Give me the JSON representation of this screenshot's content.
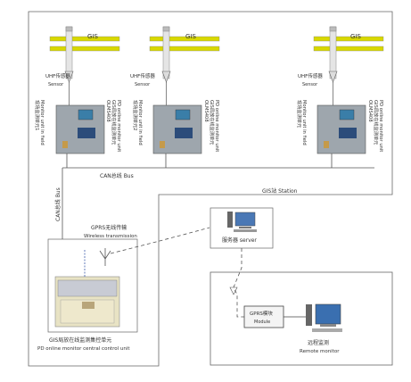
{
  "gis_pipes": [
    {
      "label": "GIS"
    },
    {
      "label": "GIS"
    },
    {
      "label": "GIS"
    }
  ],
  "uhf_sensor": {
    "cn": "UHF传感器",
    "en": "Sensor"
  },
  "field_units": [
    {
      "lines": [
        "现场监测单元1",
        "Monitor unit in field",
        "OLMS408",
        "GIS局放在线监测单元",
        "PD online monitor unit"
      ]
    },
    {
      "lines": [
        "现场监测单元2",
        "Monitor unit in field",
        "OLMS408",
        "GIS局放在线监测单元",
        "PD online monitor unit"
      ]
    },
    {
      "lines": [
        "现场监测单元",
        "Monitor unit in field",
        "OLMS408",
        "GIS局放在线监测单元",
        "PD online monitor unit"
      ]
    }
  ],
  "can_bus_h": "CAN总线 Bus",
  "can_bus_v": "CAN总线 Bus",
  "gis_station": "GIS站 Station",
  "gprs_wireless": {
    "cn": "GPRS无线传输",
    "en": "Wireless transmission"
  },
  "server": {
    "label": "服务器 server"
  },
  "central_unit": {
    "cn": "GIS局放在线监测集控单元",
    "en": "PD online monitor central control unit"
  },
  "gprs_module": {
    "line1": "GPRS模块",
    "line2": "Module"
  },
  "remote": {
    "cn": "远程监测",
    "en": "Remote monitor"
  },
  "colors": {
    "pipe": "#d8d800",
    "line": "#555555",
    "unit": "#9ea6ad"
  }
}
